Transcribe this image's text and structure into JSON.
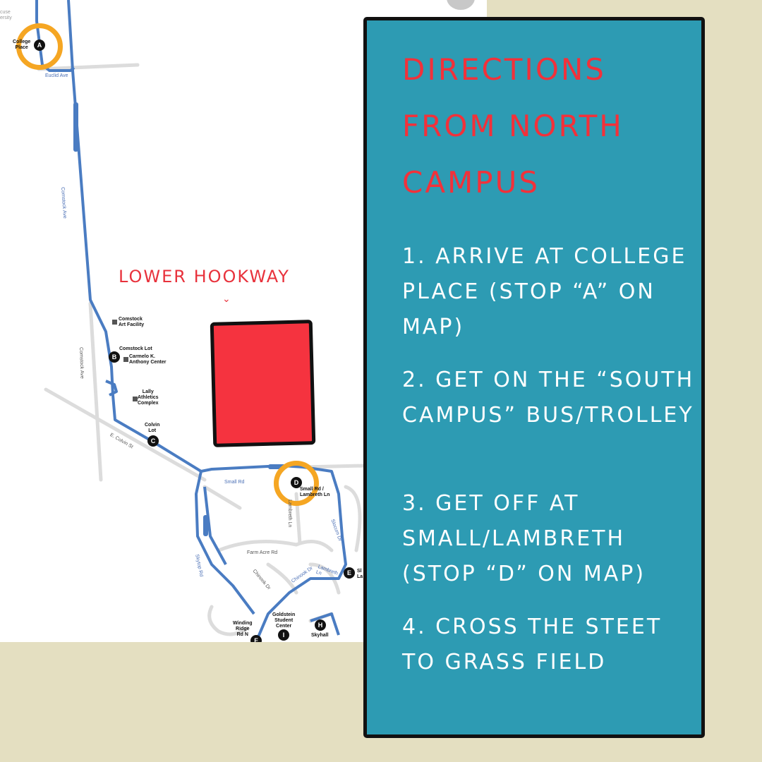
{
  "map": {
    "corner_label": "cuse\nersity",
    "stops": {
      "A": "A",
      "B": "B",
      "C": "C",
      "D": "D",
      "E": "E",
      "F": "F",
      "H": "H",
      "I": "I"
    },
    "places": {
      "college_place": "College\nPlace",
      "comstock_art": "Comstock\nArt Facility",
      "comstock_lot": "Comstock Lot",
      "carmelo": "Carmelo K.\nAnthony Center",
      "lally": "Lally\nAthletics\nComplex",
      "colvin_lot": "Colvin\nLot",
      "small_lambreth": "Small Rd /\nLambreth Ln",
      "goldstein": "Goldstein\nStudent\nCenter",
      "winding_ridge": "Winding\nRidge\nRd N",
      "skyhall": "Skyhall",
      "e_stop": "Sl\nLa"
    },
    "streets": {
      "euclid": "Euclid Ave",
      "comstock": "Comstock Ave",
      "comstock2": "Comstock Ave",
      "colvin": "E. Colvin St",
      "small": "Small Rd",
      "farm_acre": "Farm Acre Rd",
      "skytop": "Skytop Rd",
      "chinook1": "Chinook Dr",
      "chinook2": "Chinook Dr",
      "lambreth": "Lambreth\nLn",
      "slocum": "Slocum Dr",
      "lambreth2": "Lambreth Ln"
    },
    "route_color": "#4a7cc2"
  },
  "annotation": {
    "note": "LOWER HOOKWAY",
    "caret": "⌄",
    "highlight_color": "#f5333f",
    "ring_color": "#f5a623"
  },
  "panel": {
    "title": "Directions from North Campus",
    "steps": [
      "1. Arrive at College Place (Stop “A” on map)",
      "2. Get on the “South Campus” bus/trolley",
      "3. Get off at Small/Lambreth (Stop “D” on map)",
      "4. Cross the steet to grass field"
    ],
    "background": "#2d9bb3",
    "title_color": "#f2313a"
  }
}
